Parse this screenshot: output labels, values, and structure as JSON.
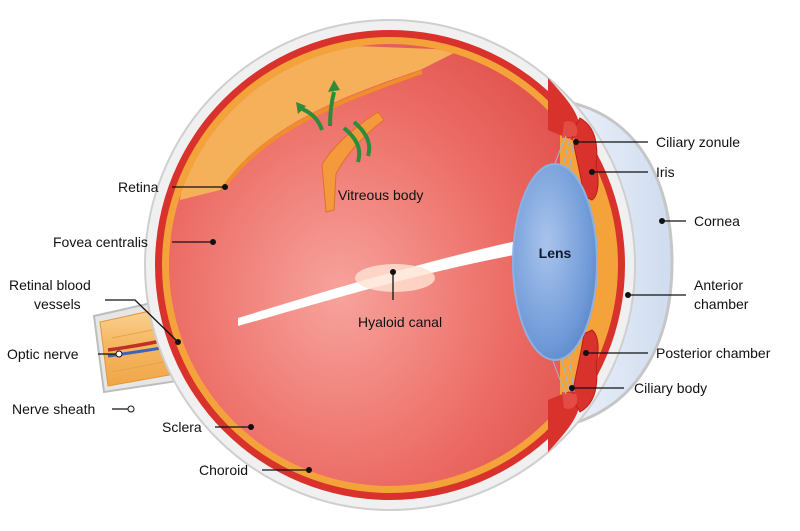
{
  "labels": {
    "retina": "Retina",
    "fovea": "Fovea centralis",
    "retinal_vessels_1": "Retinal blood",
    "retinal_vessels_2": "vessels",
    "optic_nerve": "Optic nerve",
    "nerve_sheath": "Nerve sheath",
    "sclera": "Sclera",
    "choroid": "Choroid",
    "vitreous": "Vitreous body",
    "hyaloid": "Hyaloid canal",
    "lens": "Lens",
    "ciliary_zonule": "Ciliary zonule",
    "iris": "Iris",
    "cornea": "Cornea",
    "anterior_1": "Anterior",
    "anterior_2": "chamber",
    "posterior": "Posterior chamber",
    "ciliary_body": "Ciliary body"
  },
  "colors": {
    "sclera": "#eaeaea",
    "choroid": "#d9322c",
    "retina": "#f3a33a",
    "vitreous": "#e8655f",
    "lens": "#6f9ad8",
    "cornea": "#dde7f4",
    "arrow": "#2e8b3a"
  }
}
